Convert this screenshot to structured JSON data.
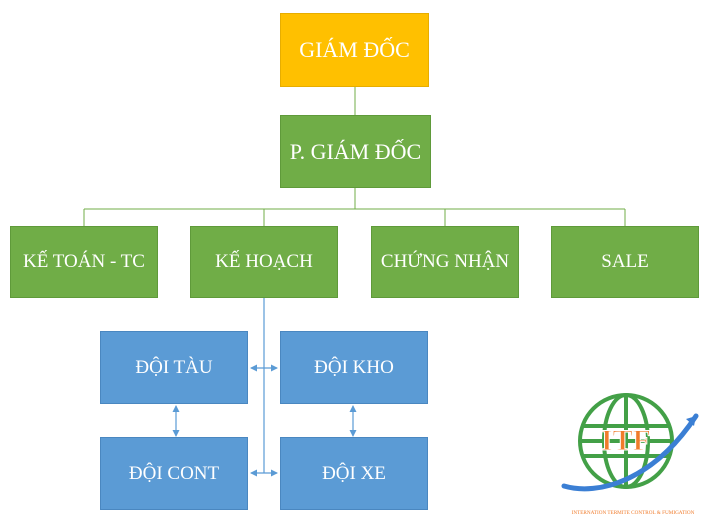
{
  "org_chart": {
    "director": "GIÁM ĐỐC",
    "deputy_director": "P. GIÁM ĐỐC",
    "departments": [
      "KẾ TOÁN - TC",
      "KẾ HOẠCH",
      "CHỨNG NHẬN",
      "SALE"
    ],
    "teams": [
      "ĐỘI TÀU",
      "ĐỘI KHO",
      "ĐỘI CONT",
      "ĐỘI XE"
    ]
  },
  "logo": {
    "text": "ITF",
    "tagline": "INTERNATION TERMITE CONTROL & FUMIGATION"
  },
  "colors": {
    "director": "#ffc000",
    "management": "#70ad47",
    "teams": "#5b9bd5",
    "logo_green": "#43a047",
    "logo_orange": "#f07b2b",
    "logo_blue": "#3b7fd4"
  }
}
